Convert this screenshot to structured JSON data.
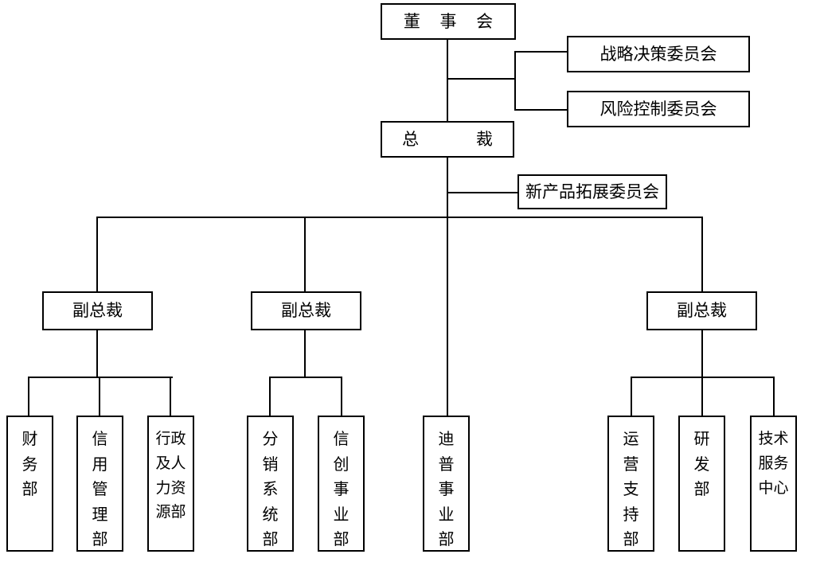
{
  "chart_title": "",
  "diagram_type": "organization-chart",
  "colors": {
    "line": "#000000",
    "box_border": "#000000",
    "box_fill": "#ffffff",
    "text": "#000000"
  },
  "nodes": {
    "board": {
      "label": "董 事 会"
    },
    "president": {
      "label": "总    裁"
    },
    "committees": [
      {
        "label": "战略决策委员会"
      },
      {
        "label": "风险控制委员会"
      },
      {
        "label": "新产品拓展委员会"
      }
    ],
    "vps": [
      {
        "label": "副总裁"
      },
      {
        "label": "副总裁"
      },
      {
        "label": "副总裁"
      }
    ],
    "departments": [
      {
        "label": "财\n务\n部"
      },
      {
        "label": "信\n用\n管\n理\n部"
      },
      {
        "label": "行政\n及人\n力资\n源部"
      },
      {
        "label": "分\n销\n系\n统\n部"
      },
      {
        "label": "信\n创\n事\n业\n部"
      },
      {
        "label": "迪\n普\n事\n业\n部"
      },
      {
        "label": "运\n营\n支\n持\n部"
      },
      {
        "label": "研\n发\n部"
      },
      {
        "label": "技术\n服务\n中心"
      }
    ]
  }
}
